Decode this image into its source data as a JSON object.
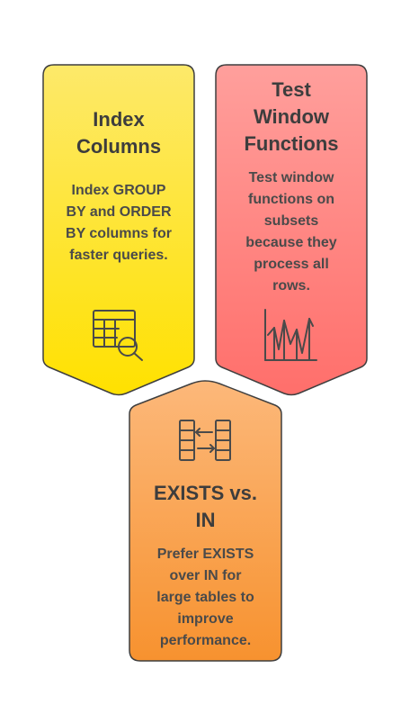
{
  "cards": [
    {
      "title": "Index\nColumns",
      "description": "Index GROUP\nBY and ORDER\nBY columns for\nfaster queries.",
      "icon": "table-search-icon",
      "fill_top": "#fde96a",
      "fill_bottom": "#ffe100"
    },
    {
      "title": "Test\nWindow\nFunctions",
      "description": "Test window\nfunctions on\nsubsets\nbecause they\nprocess all\nrows.",
      "icon": "chart-lines-icon",
      "fill_top": "#ff9f9c",
      "fill_bottom": "#ff6f6b"
    },
    {
      "title": "EXISTS vs.\nIN",
      "description": "Prefer EXISTS\nover IN for\nlarge tables to\nimprove\nperformance.",
      "icon": "table-exchange-icon",
      "fill_top": "#fcb87a",
      "fill_bottom": "#f7922f"
    }
  ]
}
